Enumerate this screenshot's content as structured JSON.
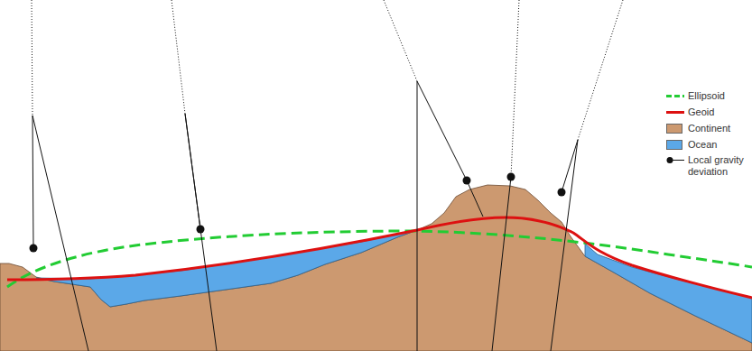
{
  "diagram": {
    "legend": [
      {
        "text": "Ellipsoid"
      },
      {
        "text": "Geoid"
      },
      {
        "text": "Continent",
        "color": "#cc9970"
      },
      {
        "text": "Ocean",
        "color": "#5ba8e8"
      },
      {
        "text": "Local gravity deviation"
      }
    ]
  }
}
